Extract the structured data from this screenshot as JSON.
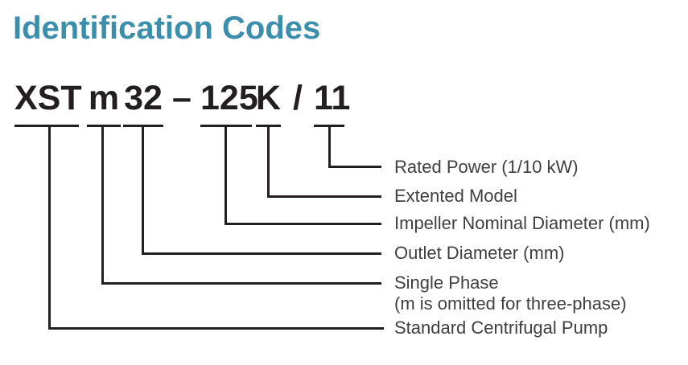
{
  "page": {
    "title": "Identification Codes"
  },
  "model_code": {
    "full": "XST m 32 – 125 K / 11",
    "tokens": [
      {
        "text": "XST"
      },
      {
        "text": "m"
      },
      {
        "text": "32"
      },
      {
        "text": "–"
      },
      {
        "text": "125"
      },
      {
        "text": "K"
      },
      {
        "text": "/"
      },
      {
        "text": "11"
      }
    ]
  },
  "legend": [
    {
      "connects_to": "11",
      "label": "Rated Power (1/10 kW)"
    },
    {
      "connects_to": "K",
      "label": "Extented Model"
    },
    {
      "connects_to": "125",
      "label": "Impeller Nominal Diameter (mm)"
    },
    {
      "connects_to": "32",
      "label": "Outlet Diameter (mm)"
    },
    {
      "connects_to": "m",
      "label": "Single Phase",
      "label_line2": "(m is omitted for three-phase)"
    },
    {
      "connects_to": "XST",
      "label": "Standard Centrifugal Pump"
    }
  ],
  "colors": {
    "title": "#3b8fad",
    "line": "#231f20",
    "code_text": "#231f20",
    "label_text": "#3f3f41"
  }
}
